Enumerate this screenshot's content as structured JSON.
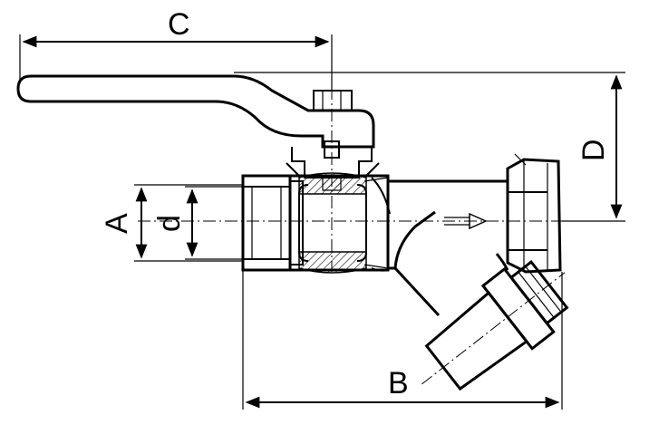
{
  "dimensions": {
    "A": "A",
    "B": "B",
    "C": "C",
    "D": "D",
    "d": "d"
  },
  "colors": {
    "line": "#000000",
    "background": "#ffffff"
  }
}
